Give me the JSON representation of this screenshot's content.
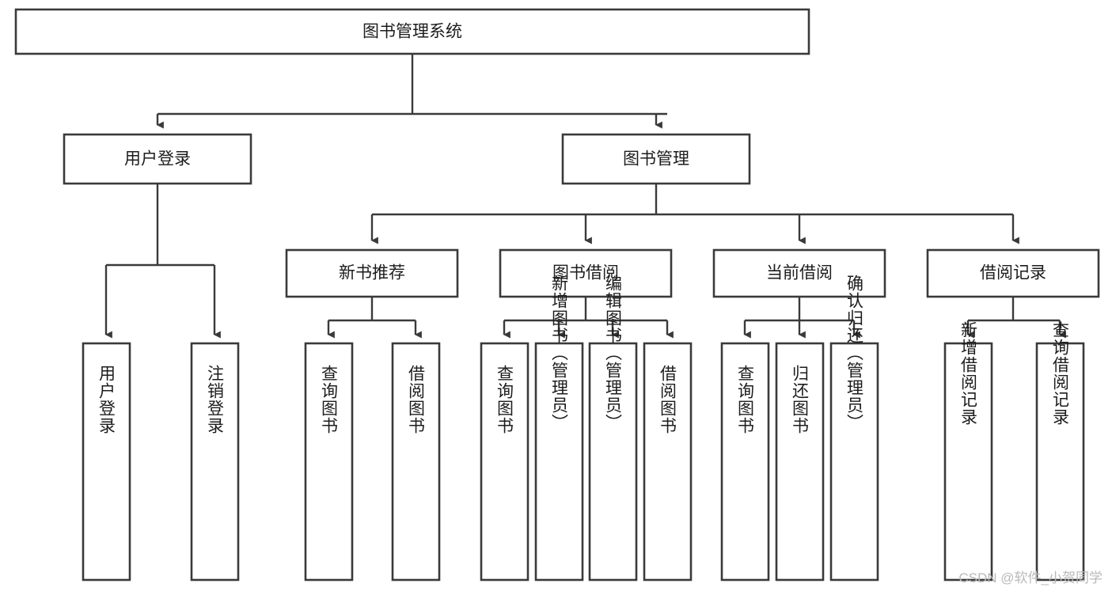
{
  "diagram": {
    "type": "hierarchy-tree",
    "title": "图书管理系统",
    "watermark": "CSDN @软件_小贺同学",
    "colors": {
      "background": "#ffffff",
      "box_fill": "#ffffff",
      "box_stroke": "#3a3a3a",
      "edge": "#3a3a3a",
      "text": "#1c1c1c",
      "watermark": "#b9b9b9"
    },
    "levels": [
      {
        "level": 1,
        "nodes": [
          {
            "id": "root",
            "label": "图书管理系统",
            "orientation": "horizontal"
          }
        ]
      },
      {
        "level": 2,
        "nodes": [
          {
            "id": "user-login",
            "label": "用户登录",
            "orientation": "horizontal",
            "parent": "root"
          },
          {
            "id": "book-manage",
            "label": "图书管理",
            "orientation": "horizontal",
            "parent": "root"
          }
        ]
      },
      {
        "level": 3,
        "nodes": [
          {
            "id": "new-book-rec",
            "label": "新书推荐",
            "orientation": "horizontal",
            "parent": "book-manage"
          },
          {
            "id": "book-borrow",
            "label": "图书借阅",
            "orientation": "horizontal",
            "parent": "book-manage"
          },
          {
            "id": "current-borrow",
            "label": "当前借阅",
            "orientation": "horizontal",
            "parent": "book-manage"
          },
          {
            "id": "borrow-record",
            "label": "借阅记录",
            "orientation": "horizontal",
            "parent": "book-manage"
          }
        ]
      },
      {
        "level": 4,
        "nodes": [
          {
            "id": "leaf-1",
            "label": "用户登录",
            "orientation": "vertical",
            "parent": "user-login"
          },
          {
            "id": "leaf-2",
            "label": "注销登录",
            "orientation": "vertical",
            "parent": "user-login"
          },
          {
            "id": "leaf-3",
            "label": "查询图书",
            "orientation": "vertical",
            "parent": "new-book-rec"
          },
          {
            "id": "leaf-4",
            "label": "借阅图书",
            "orientation": "vertical",
            "parent": "new-book-rec"
          },
          {
            "id": "leaf-5",
            "label": "查询图书",
            "orientation": "vertical",
            "parent": "book-borrow"
          },
          {
            "id": "leaf-6",
            "label": "新增图书（管理员）",
            "orientation": "vertical",
            "parent": "book-borrow"
          },
          {
            "id": "leaf-7",
            "label": "编辑图书（管理员）",
            "orientation": "vertical",
            "parent": "book-borrow"
          },
          {
            "id": "leaf-8",
            "label": "借阅图书",
            "orientation": "vertical",
            "parent": "book-borrow"
          },
          {
            "id": "leaf-9",
            "label": "查询图书",
            "orientation": "vertical",
            "parent": "current-borrow"
          },
          {
            "id": "leaf-10",
            "label": "归还图书",
            "orientation": "vertical",
            "parent": "current-borrow"
          },
          {
            "id": "leaf-11",
            "label": "确认归还（管理员）",
            "orientation": "vertical",
            "parent": "current-borrow"
          },
          {
            "id": "leaf-12",
            "label": "新增借阅记录",
            "orientation": "vertical",
            "parent": "borrow-record"
          },
          {
            "id": "leaf-13",
            "label": "查询借阅记录",
            "orientation": "vertical",
            "parent": "borrow-record"
          }
        ]
      }
    ]
  }
}
